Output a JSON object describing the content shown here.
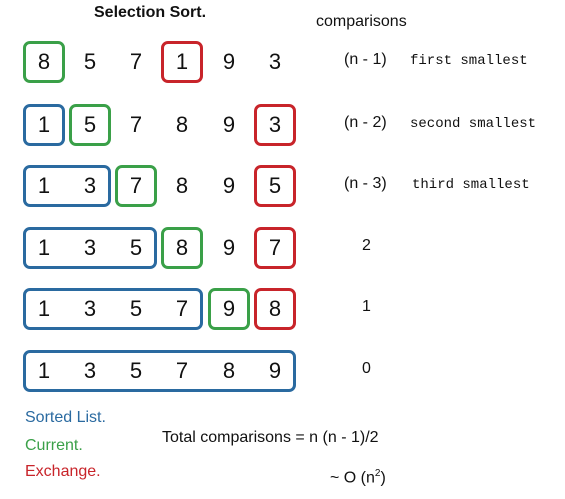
{
  "title": "Selection Sort.",
  "comparisons_header": "comparisons",
  "colors": {
    "sorted": "#2a6aa0",
    "current": "#3aa048",
    "exchange": "#c8242a"
  },
  "rows": [
    {
      "values": [
        "8",
        "5",
        "7",
        "1",
        "9",
        "3"
      ],
      "sorted_count": 0,
      "current_index": 0,
      "exchange_index": 3,
      "comparisons": "(n - 1)",
      "description": "first smallest"
    },
    {
      "values": [
        "1",
        "5",
        "7",
        "8",
        "9",
        "3"
      ],
      "sorted_count": 1,
      "current_index": 1,
      "exchange_index": 5,
      "comparisons": "(n - 2)",
      "description": "second smallest"
    },
    {
      "values": [
        "1",
        "3",
        "7",
        "8",
        "9",
        "5"
      ],
      "sorted_count": 2,
      "current_index": 2,
      "exchange_index": 5,
      "comparisons": "(n - 3)",
      "description": "third smallest"
    },
    {
      "values": [
        "1",
        "3",
        "5",
        "8",
        "9",
        "7"
      ],
      "sorted_count": 3,
      "current_index": 3,
      "exchange_index": 5,
      "comparisons": "2",
      "description": ""
    },
    {
      "values": [
        "1",
        "3",
        "5",
        "7",
        "9",
        "8"
      ],
      "sorted_count": 4,
      "current_index": 4,
      "exchange_index": 5,
      "comparisons": "1",
      "description": ""
    },
    {
      "values": [
        "1",
        "3",
        "5",
        "7",
        "8",
        "9"
      ],
      "sorted_count": 6,
      "current_index": null,
      "exchange_index": null,
      "comparisons": "0",
      "description": ""
    }
  ],
  "legend": {
    "sorted": "Sorted List.",
    "current": "Current.",
    "exchange": "Exchange."
  },
  "total_label": "Total comparisons = n (n - 1)/2",
  "order_prefix": "~ O (n",
  "order_exp": "2",
  "order_suffix": ")"
}
